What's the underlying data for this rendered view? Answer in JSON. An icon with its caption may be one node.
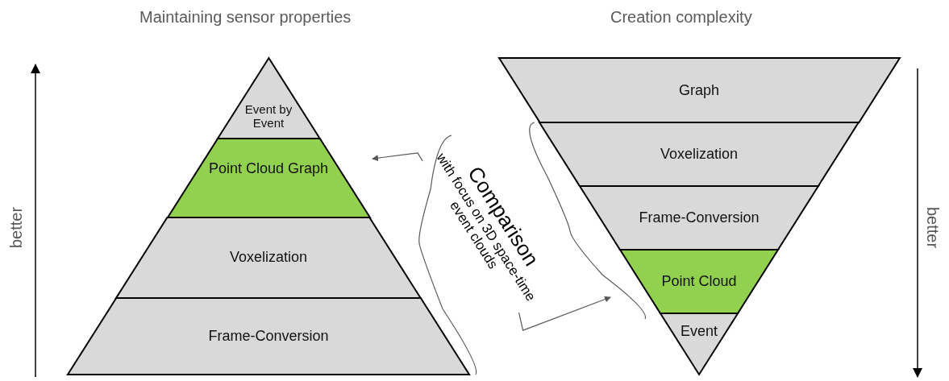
{
  "diagram": {
    "nodes": [
      {
        "text": [
          "Event by Event"
        ]
      },
      {
        "text": [
          "Point Cloud Graph"
        ]
      },
      {
        "text": [
          "Voxelization"
        ]
      },
      {
        "text": [
          "Frame-Conversion"
        ]
      },
      {
        "text": [
          "Graph"
        ]
      },
      {
        "text": [
          "Voxelization"
        ]
      },
      {
        "text": [
          "Frame-Conversion"
        ]
      },
      {
        "text": [
          "Point Cloud"
        ]
      },
      {
        "text": [
          "Event"
        ]
      },
      {
        "text": [
          "Comparison",
          "with focus on 3D space-time event clouds"
        ]
      }
    ],
    "edges": [
      {
        "from": 9,
        "to": null,
        "arrow": "to"
      },
      {
        "from": 9,
        "to": null,
        "arrow": "to"
      }
    ],
    "labels": [
      "Maintaining sensor properties",
      "Creation complexity",
      "better",
      "better"
    ]
  }
}
